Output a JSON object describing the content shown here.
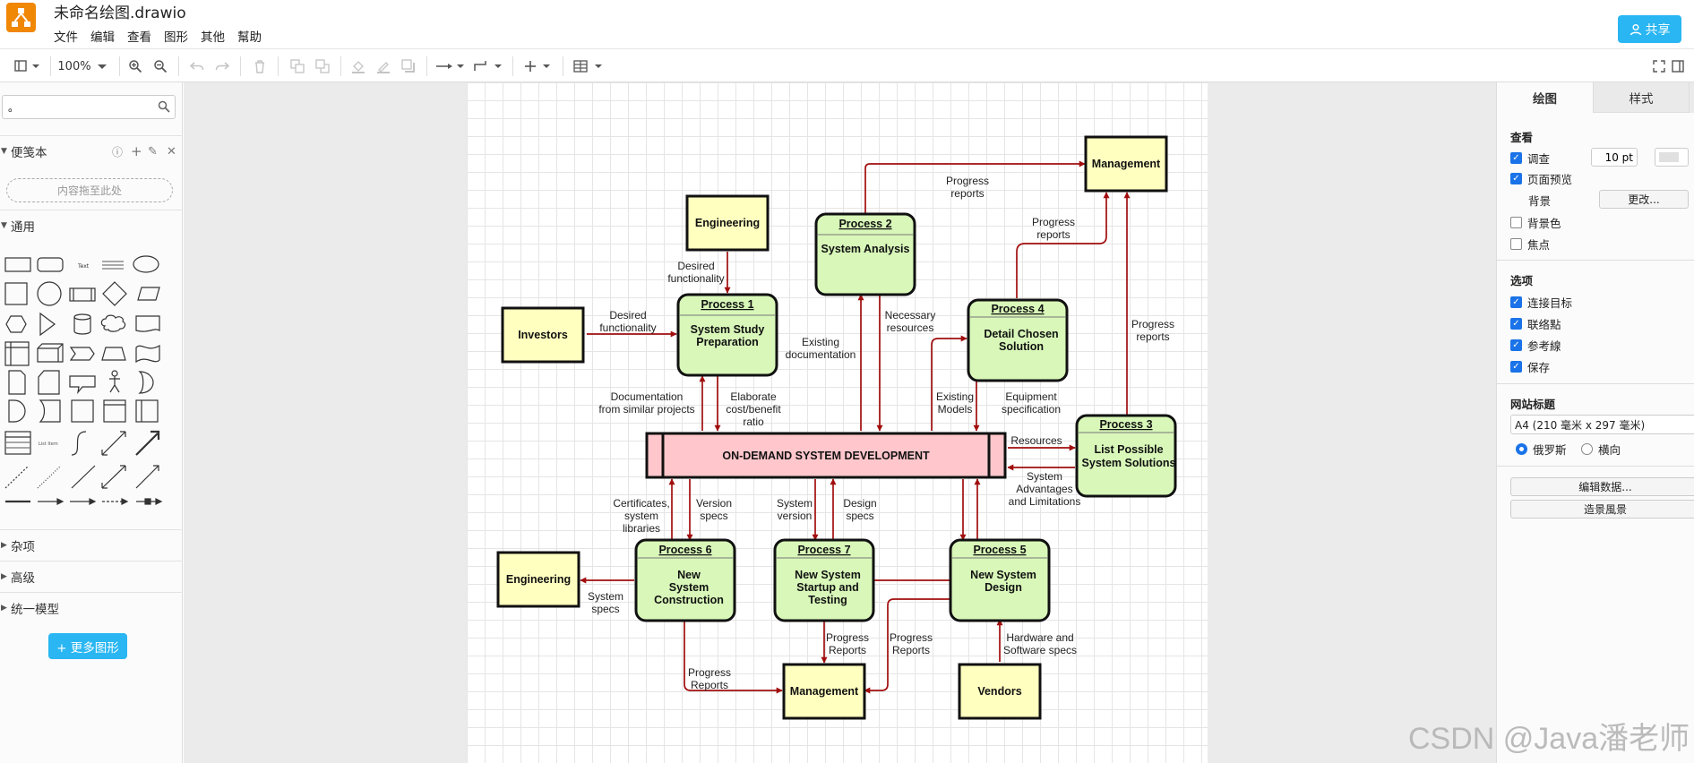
{
  "app": {
    "title": "未命名绘图.drawio",
    "menu": [
      "文件",
      "编辑",
      "查看",
      "图形",
      "其他",
      "幫助"
    ],
    "share_label": "共享",
    "brand_color": "#f08705",
    "accent_color": "#29b6f2"
  },
  "toolbar": {
    "zoom": "100%",
    "icons": [
      "sidebar-toggle-icon",
      "zoom-in-icon",
      "zoom-out-icon",
      "undo-icon",
      "redo-icon",
      "delete-icon",
      "to-front-icon",
      "to-back-icon",
      "fill-color-icon",
      "line-color-icon",
      "shadow-icon",
      "connection-icon",
      "waypoints-icon",
      "insert-icon",
      "table-icon",
      "fullscreen-icon",
      "format-panel-icon"
    ]
  },
  "left_panel": {
    "search_value": "。",
    "scratchpad_label": "便笺本",
    "drop_hint": "内容拖至此处",
    "general_label": "通用",
    "sections": [
      "杂项",
      "高级",
      "统一模型"
    ],
    "more_shapes_label": "+ 更多图形"
  },
  "diagram": {
    "external": {
      "management_top": "Management",
      "engineering_top": "Engineering",
      "investors": "Investors",
      "engineering_bottom": "Engineering",
      "management_bottom": "Management",
      "vendors": "Vendors"
    },
    "processes": {
      "p1": {
        "id": "Process 1",
        "name": [
          "System Study",
          "Preparation"
        ]
      },
      "p2": {
        "id": "Process 2",
        "name": [
          "System Analysis"
        ]
      },
      "p3": {
        "id": "Process 3",
        "name": [
          "List Possible",
          "System Solutions"
        ]
      },
      "p4": {
        "id": "Process 4",
        "name": [
          "Detail Chosen",
          "Solution"
        ]
      },
      "p5": {
        "id": "Process 5",
        "name": [
          "New System",
          "Design"
        ]
      },
      "p6": {
        "id": "Process 6",
        "name": [
          "New",
          "System",
          "Construction"
        ]
      },
      "p7": {
        "id": "Process 7",
        "name": [
          "New System",
          "Startup and",
          "Testing"
        ]
      }
    },
    "datastore": "ON-DEMAND SYSTEM DEVELOPMENT",
    "flows": {
      "progress_reports_top": [
        "Progress",
        "reports"
      ],
      "progress_reports_p4": [
        "Progress",
        "reports"
      ],
      "progress_reports_p3": [
        "Progress",
        "reports"
      ],
      "desired_func_eng": [
        "Desired",
        "functionality"
      ],
      "desired_func_inv": [
        "Desired",
        "functionality"
      ],
      "existing_documentation": [
        "Existing",
        "documentation"
      ],
      "necessary_resources": [
        "Necessary",
        "resources"
      ],
      "documentation_similar": [
        "Documentation",
        "from similar projects"
      ],
      "elaborate_cost": [
        "Elaborate",
        "cost/benefit",
        "ratio"
      ],
      "existing_models": [
        "Existing",
        "Models"
      ],
      "equipment_spec": [
        "Equipment",
        "specification"
      ],
      "resources": [
        "Resources"
      ],
      "system_advantages": [
        "System",
        "Advantages",
        "and Limitations"
      ],
      "certificates": [
        "Certificates,",
        "system",
        "libraries"
      ],
      "version_specs": [
        "Version",
        "specs"
      ],
      "system_version": [
        "System",
        "version"
      ],
      "design_specs": [
        "Design",
        "specs"
      ],
      "system_specs": [
        "System",
        "specs"
      ],
      "progress_p7": [
        "Progress",
        "Reports"
      ],
      "progress_p5": [
        "Progress",
        "Reports"
      ],
      "progress_p6": [
        "Progress",
        "Reports"
      ],
      "hardware_software": [
        "Hardware and",
        "Software specs"
      ]
    }
  },
  "right_panel": {
    "tabs": [
      "绘图",
      "样式"
    ],
    "view_label": "查看",
    "grid_label": "调查",
    "grid_size": "10 pt",
    "page_view_label": "页面预览",
    "background_label": "背景",
    "change_label": "更改...",
    "bg_color_label": "背景色",
    "focus_label": "焦点",
    "options_label": "选项",
    "options": [
      "连接目标",
      "联络點",
      "参考線",
      "保存"
    ],
    "paper_size_label": "网站标题",
    "paper_size_value": "A4 (210 毫米 x 297 毫米)",
    "orientation": [
      "俄罗斯",
      "横向"
    ],
    "edit_data_label": "编辑数据...",
    "edit_style_label": "造景風景"
  },
  "watermark": "CSDN @Java潘老师"
}
